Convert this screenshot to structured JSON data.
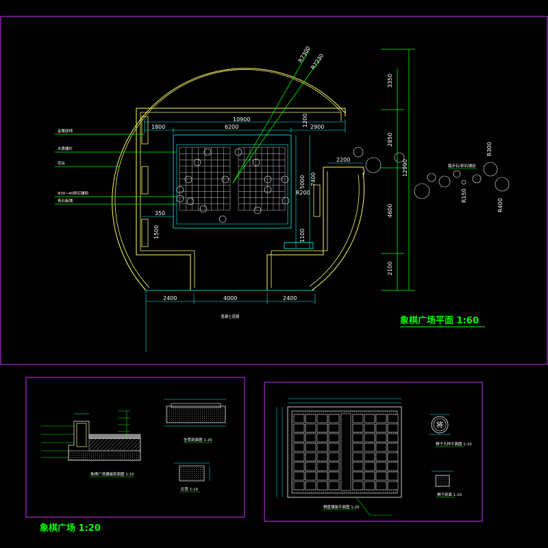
{
  "titles": {
    "main_plan": "象棋广场平面  1:60",
    "detail_sheet": "象棋广场 1:20"
  },
  "main_plan": {
    "labels": {
      "left_1": "金属座椅",
      "left_2": "木质栅栏",
      "left_3": "花坛",
      "left_4": "Φ30~40卵石铺砌",
      "left_5": "青石板铺",
      "right_1": "踏步石/卵石铺设",
      "bottom": "混凝土道路"
    },
    "dims": {
      "top_overall": "10900",
      "top_left": "1800",
      "top_mid": "6200",
      "top_right": "2900",
      "bottom_left": "2400",
      "bottom_mid": "4000",
      "bottom_right": "2400",
      "side_entry": "2200",
      "radius_1": "R7300",
      "radius_2": "R7230",
      "radius_board": "R200",
      "in_v_top": "1200",
      "in_v_mid": "5000",
      "in_v_bot": "1100",
      "in_v_right": "7400",
      "left_small": "350",
      "left_v": "1500",
      "right_v_1": "3350",
      "right_v_2": "2850",
      "right_v_3": "4600",
      "right_v_4": "2100",
      "right_v_total": "12990",
      "r_a": "R300",
      "r_b": "R150",
      "r_c": "R400"
    }
  },
  "detail_left": {
    "caption_section": "象棋广场铺装剖面图 1:10",
    "caption_stone": "坐凳剖面图 1:20",
    "caption_block": "石凳 1:10"
  },
  "detail_right": {
    "caption_board": "棋盘铺装平面图 1:20",
    "caption_piece": "棋子大样平面图 1:10",
    "caption_piece_section": "棋子剖面 1:10",
    "piece_char": "将"
  },
  "colors": {
    "background": "#000000",
    "frame": "#cc33ff",
    "outline": "#ffff66",
    "leader": "#00ff00",
    "dimension": "#00ffff",
    "grid": "#ffffff",
    "title": "#00ff00"
  }
}
